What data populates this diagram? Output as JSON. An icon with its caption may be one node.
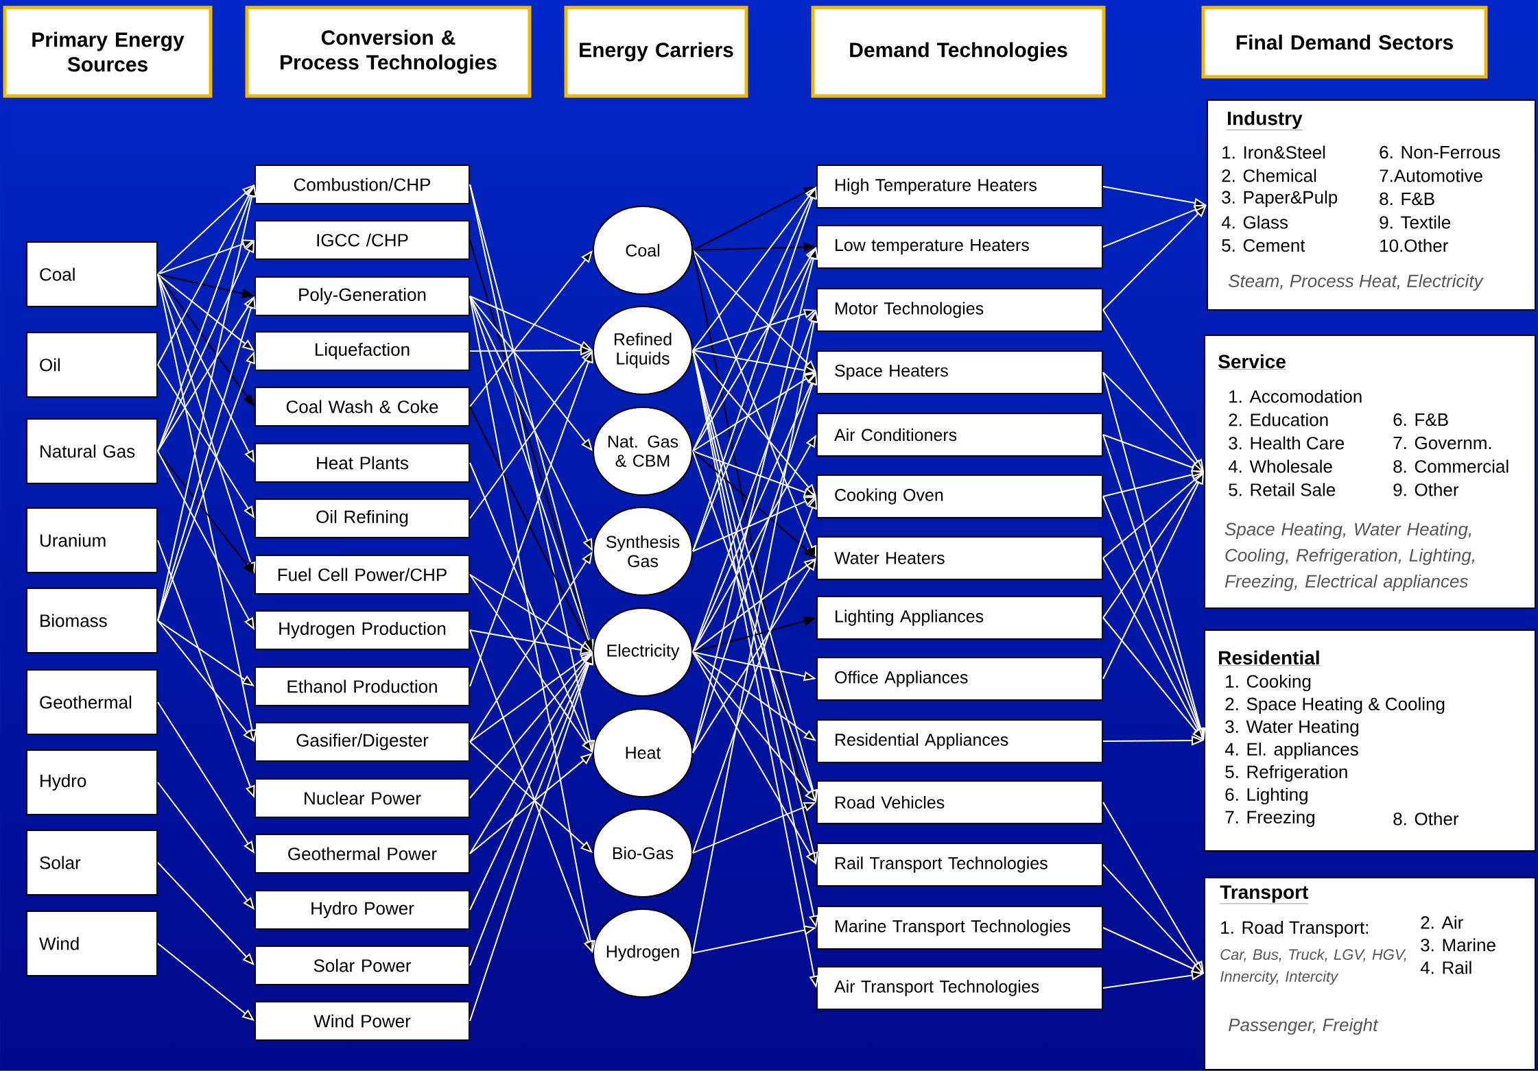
{
  "diagram": {
    "nodes": [
      {
        "text": [
          "Primary Energy Sources"
        ]
      },
      {
        "text": [
          "Conversion & Process Technologies"
        ]
      },
      {
        "text": [
          "Energy Carriers"
        ]
      },
      {
        "text": [
          "Demand Technologies"
        ]
      },
      {
        "text": [
          "Final Demand Sectors"
        ]
      },
      {
        "text": [
          "Coal"
        ]
      },
      {
        "text": [
          "Oil"
        ]
      },
      {
        "text": [
          "Natural Gas"
        ]
      },
      {
        "text": [
          "Uranium"
        ]
      },
      {
        "text": [
          "Biomass"
        ]
      },
      {
        "text": [
          "Geothermal"
        ]
      },
      {
        "text": [
          "Hydro"
        ]
      },
      {
        "text": [
          "Solar"
        ]
      },
      {
        "text": [
          "Wind"
        ]
      },
      {
        "text": [
          "Combustion/CHP"
        ]
      },
      {
        "text": [
          "IGCC /CHP"
        ]
      },
      {
        "text": [
          "Poly-Generation"
        ]
      },
      {
        "text": [
          "Liquefaction"
        ]
      },
      {
        "text": [
          "Coal Wash & Coke"
        ]
      },
      {
        "text": [
          "Heat Plants"
        ]
      },
      {
        "text": [
          "Oil Refining"
        ]
      },
      {
        "text": [
          "Fuel Cell Power/CHP"
        ]
      },
      {
        "text": [
          "Hydrogen Production"
        ]
      },
      {
        "text": [
          "Ethanol Production"
        ]
      },
      {
        "text": [
          "Gasifier/Digester"
        ]
      },
      {
        "text": [
          "Nuclear Power"
        ]
      },
      {
        "text": [
          "Geothermal Power"
        ]
      },
      {
        "text": [
          "Hydro Power"
        ]
      },
      {
        "text": [
          "Solar Power"
        ]
      },
      {
        "text": [
          "Wind Power"
        ]
      },
      {
        "text": [
          "Coal"
        ]
      },
      {
        "text": [
          "Refined Liquids"
        ]
      },
      {
        "text": [
          "Nat. Gas & CBM"
        ]
      },
      {
        "text": [
          "Synthesis Gas"
        ]
      },
      {
        "text": [
          "Electricity"
        ]
      },
      {
        "text": [
          "Heat"
        ]
      },
      {
        "text": [
          "Bio-Gas"
        ]
      },
      {
        "text": [
          "Hydrogen"
        ]
      },
      {
        "text": [
          "High Temperature Heaters"
        ]
      },
      {
        "text": [
          "Low temperature Heaters"
        ]
      },
      {
        "text": [
          "Motor Technologies"
        ]
      },
      {
        "text": [
          "Space Heaters"
        ]
      },
      {
        "text": [
          "Air Conditioners"
        ]
      },
      {
        "text": [
          "Cooking Oven"
        ]
      },
      {
        "text": [
          "Water Heaters"
        ]
      },
      {
        "text": [
          "Lighting Appliances"
        ]
      },
      {
        "text": [
          "Office Appliances"
        ]
      },
      {
        "text": [
          "Residential Appliances"
        ]
      },
      {
        "text": [
          "Road Vehicles"
        ]
      },
      {
        "text": [
          "Rail Transport Technologies"
        ]
      },
      {
        "text": [
          "Marine Transport Technologies"
        ]
      },
      {
        "text": [
          "Air Transport Technologies"
        ]
      },
      {
        "text": [
          "Industry",
          "1. Iron&Steel",
          "2. Chemical",
          "3. Paper&Pulp",
          "4. Glass",
          "5. Cement",
          "6. Non-Ferrous",
          "7.Automotive",
          "8. F&B",
          "9. Textile",
          "10.Other",
          "Steam, Process Heat, Electricity"
        ]
      },
      {
        "text": [
          "Service",
          "1. Accomodation",
          "2. Education",
          "3. Health Care",
          "4. Wholesale",
          "5. Retail Sale",
          "6. F&B",
          "7. Governm.",
          "8. Commercial",
          "9. Other",
          "Space Heating, Water Heating, Cooling, Refrigeration, Lighting, Freezing, Electrical appliances"
        ]
      },
      {
        "text": [
          "Residential",
          "1. Cooking",
          "2. Space Heating & Cooling",
          "3. Water Heating",
          "4. El. appliances",
          "5. Refrigeration",
          "6. Lighting",
          "7. Freezing",
          "8. Other"
        ]
      },
      {
        "text": [
          "Transport",
          "1. Road Transport:",
          "Car, Bus, Truck, LGV, HGV, Innercity, Intercity",
          "2. Air",
          "3. Marine",
          "4. Rail",
          "Passenger, Freight"
        ]
      }
    ],
    "edges": [
      {
        "from": 5,
        "to": 14,
        "arrow": "to"
      },
      {
        "from": 5,
        "to": 15,
        "arrow": "to"
      },
      {
        "from": 5,
        "to": 16,
        "arrow": "to",
        "color": "#000000"
      },
      {
        "from": 5,
        "to": 17,
        "arrow": "to"
      },
      {
        "from": 5,
        "to": 18,
        "arrow": "to",
        "color": "#000000"
      },
      {
        "from": 5,
        "to": 19,
        "arrow": "to"
      },
      {
        "from": 5,
        "to": 21,
        "arrow": "to"
      },
      {
        "from": 5,
        "to": 24,
        "arrow": "to"
      },
      {
        "from": 6,
        "to": 14,
        "arrow": "to"
      },
      {
        "from": 6,
        "to": 20,
        "arrow": "to"
      },
      {
        "from": 7,
        "to": 14,
        "arrow": "to"
      },
      {
        "from": 7,
        "to": 15,
        "arrow": "to"
      },
      {
        "from": 7,
        "to": 16,
        "arrow": "to"
      },
      {
        "from": 7,
        "to": 21,
        "arrow": "to",
        "color": "#000000"
      },
      {
        "from": 7,
        "to": 22,
        "arrow": "to"
      },
      {
        "from": 8,
        "to": 25,
        "arrow": "to"
      },
      {
        "from": 9,
        "to": 14,
        "arrow": "to"
      },
      {
        "from": 9,
        "to": 16,
        "arrow": "to"
      },
      {
        "from": 9,
        "to": 17,
        "arrow": "to"
      },
      {
        "from": 9,
        "to": 23,
        "arrow": "to"
      },
      {
        "from": 9,
        "to": 24,
        "arrow": "to"
      },
      {
        "from": 10,
        "to": 26,
        "arrow": "to"
      },
      {
        "from": 11,
        "to": 27,
        "arrow": "to"
      },
      {
        "from": 12,
        "to": 28,
        "arrow": "to"
      },
      {
        "from": 13,
        "to": 29,
        "arrow": "to"
      },
      {
        "from": 14,
        "to": 34,
        "arrow": "to"
      },
      {
        "from": 14,
        "to": 35,
        "arrow": "to"
      },
      {
        "from": 15,
        "to": 34,
        "arrow": "to",
        "color": "#000000"
      },
      {
        "from": 16,
        "to": 31,
        "arrow": "to"
      },
      {
        "from": 16,
        "to": 32,
        "arrow": "to"
      },
      {
        "from": 16,
        "to": 33,
        "arrow": "to"
      },
      {
        "from": 16,
        "to": 34,
        "arrow": "to"
      },
      {
        "from": 16,
        "to": 37,
        "arrow": "to"
      },
      {
        "from": 17,
        "to": 31,
        "arrow": "to"
      },
      {
        "from": 18,
        "to": 30,
        "arrow": "to"
      },
      {
        "from": 18,
        "to": 34,
        "arrow": "to",
        "color": "#000000"
      },
      {
        "from": 19,
        "to": 35,
        "arrow": "to"
      },
      {
        "from": 20,
        "to": 31,
        "arrow": "to"
      },
      {
        "from": 21,
        "to": 34,
        "arrow": "to"
      },
      {
        "from": 21,
        "to": 35,
        "arrow": "to"
      },
      {
        "from": 22,
        "to": 34,
        "arrow": "to"
      },
      {
        "from": 22,
        "to": 37,
        "arrow": "to"
      },
      {
        "from": 23,
        "to": 31,
        "arrow": "to"
      },
      {
        "from": 24,
        "to": 33,
        "arrow": "to"
      },
      {
        "from": 24,
        "to": 34,
        "arrow": "to"
      },
      {
        "from": 24,
        "to": 36,
        "arrow": "to"
      },
      {
        "from": 25,
        "to": 34,
        "arrow": "to"
      },
      {
        "from": 26,
        "to": 34,
        "arrow": "to"
      },
      {
        "from": 26,
        "to": 35,
        "arrow": "to"
      },
      {
        "from": 27,
        "to": 34,
        "arrow": "to"
      },
      {
        "from": 28,
        "to": 34,
        "arrow": "to"
      },
      {
        "from": 29,
        "to": 34,
        "arrow": "to"
      },
      {
        "from": 30,
        "to": 38,
        "arrow": "to",
        "color": "#000000"
      },
      {
        "from": 30,
        "to": 39,
        "arrow": "to",
        "color": "#000000"
      },
      {
        "from": 30,
        "to": 41,
        "arrow": "to"
      },
      {
        "from": 30,
        "to": 44,
        "arrow": "to"
      },
      {
        "from": 30,
        "to": 49,
        "arrow": "to",
        "color": "#000000"
      },
      {
        "from": 31,
        "to": 38,
        "arrow": "to"
      },
      {
        "from": 31,
        "to": 40,
        "arrow": "to"
      },
      {
        "from": 31,
        "to": 41,
        "arrow": "to"
      },
      {
        "from": 31,
        "to": 43,
        "arrow": "to"
      },
      {
        "from": 31,
        "to": 48,
        "arrow": "to"
      },
      {
        "from": 31,
        "to": 49,
        "arrow": "to"
      },
      {
        "from": 31,
        "to": 50,
        "arrow": "to"
      },
      {
        "from": 31,
        "to": 51,
        "arrow": "to"
      },
      {
        "from": 32,
        "to": 38,
        "arrow": "to"
      },
      {
        "from": 32,
        "to": 39,
        "arrow": "to"
      },
      {
        "from": 32,
        "to": 41,
        "arrow": "to"
      },
      {
        "from": 32,
        "to": 43,
        "arrow": "to"
      },
      {
        "from": 32,
        "to": 44,
        "arrow": "to",
        "color": "#000000"
      },
      {
        "from": 32,
        "to": 48,
        "arrow": "to"
      },
      {
        "from": 33,
        "to": 38,
        "arrow": "to"
      },
      {
        "from": 33,
        "to": 39,
        "arrow": "to"
      },
      {
        "from": 33,
        "to": 43,
        "arrow": "to"
      },
      {
        "from": 34,
        "to": 40,
        "arrow": "to"
      },
      {
        "from": 34,
        "to": 41,
        "arrow": "to"
      },
      {
        "from": 34,
        "to": 42,
        "arrow": "to"
      },
      {
        "from": 34,
        "to": 44,
        "arrow": "to"
      },
      {
        "from": 34,
        "to": 45,
        "arrow": "to",
        "color": "#000000"
      },
      {
        "from": 34,
        "to": 46,
        "arrow": "to"
      },
      {
        "from": 34,
        "to": 47,
        "arrow": "to"
      },
      {
        "from": 34,
        "to": 48,
        "arrow": "to"
      },
      {
        "from": 34,
        "to": 49,
        "arrow": "to"
      },
      {
        "from": 35,
        "to": 39,
        "arrow": "to"
      },
      {
        "from": 35,
        "to": 41,
        "arrow": "to"
      },
      {
        "from": 35,
        "to": 44,
        "arrow": "to"
      },
      {
        "from": 36,
        "to": 43,
        "arrow": "to"
      },
      {
        "from": 36,
        "to": 48,
        "arrow": "to"
      },
      {
        "from": 37,
        "to": 40,
        "arrow": "to"
      },
      {
        "from": 37,
        "to": 50,
        "arrow": "to"
      },
      {
        "from": 38,
        "to": 52,
        "arrow": "to"
      },
      {
        "from": 39,
        "to": 52,
        "arrow": "to"
      },
      {
        "from": 40,
        "to": 52,
        "arrow": "to"
      },
      {
        "from": 40,
        "to": 53,
        "arrow": "to"
      },
      {
        "from": 41,
        "to": 53,
        "arrow": "to"
      },
      {
        "from": 41,
        "to": 54,
        "arrow": "to"
      },
      {
        "from": 42,
        "to": 53,
        "arrow": "to"
      },
      {
        "from": 42,
        "to": 54,
        "arrow": "to"
      },
      {
        "from": 43,
        "to": 53,
        "arrow": "to"
      },
      {
        "from": 43,
        "to": 54,
        "arrow": "to"
      },
      {
        "from": 44,
        "to": 53,
        "arrow": "to"
      },
      {
        "from": 44,
        "to": 54,
        "arrow": "to"
      },
      {
        "from": 45,
        "to": 53,
        "arrow": "to"
      },
      {
        "from": 45,
        "to": 54,
        "arrow": "to"
      },
      {
        "from": 46,
        "to": 53,
        "arrow": "to"
      },
      {
        "from": 47,
        "to": 54,
        "arrow": "to"
      },
      {
        "from": 48,
        "to": 55,
        "arrow": "to"
      },
      {
        "from": 49,
        "to": 55,
        "arrow": "to"
      },
      {
        "from": 50,
        "to": 55,
        "arrow": "to"
      },
      {
        "from": 51,
        "to": 55,
        "arrow": "to"
      }
    ]
  }
}
